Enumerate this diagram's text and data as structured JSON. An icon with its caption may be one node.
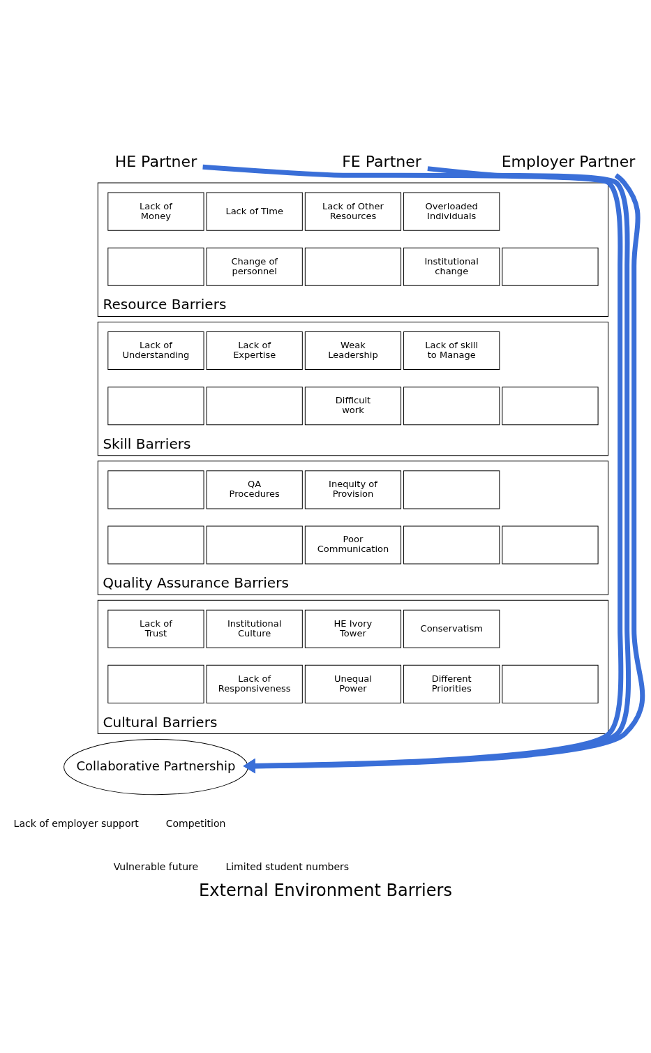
{
  "diagram": {
    "caption": "External Environment Barriers",
    "nodes": [
      {
        "text": [
          "HE Partner"
        ]
      },
      {
        "text": [
          "FE Partner"
        ]
      },
      {
        "text": [
          "Employer Partner"
        ]
      },
      {
        "text": [
          "Resource Barriers"
        ]
      },
      {
        "text": [
          "Lack of Money"
        ],
        "in": 3
      },
      {
        "text": [
          "Lack of Time"
        ],
        "in": 3
      },
      {
        "text": [
          "Lack of Other Resources"
        ],
        "in": 3
      },
      {
        "text": [
          "Overloaded Individuals"
        ],
        "in": 3
      },
      {
        "text": [],
        "shape": "box",
        "in": 3
      },
      {
        "text": [
          "Change of personnel"
        ],
        "in": 3
      },
      {
        "text": [],
        "shape": "box",
        "in": 3
      },
      {
        "text": [
          "Institutional change"
        ],
        "in": 3
      },
      {
        "text": [],
        "shape": "box",
        "in": 3
      },
      {
        "text": [
          "Skill Barriers"
        ]
      },
      {
        "text": [
          "Lack of Understanding"
        ],
        "in": 13
      },
      {
        "text": [
          "Lack of Expertise"
        ],
        "in": 13
      },
      {
        "text": [
          "Weak Leadership"
        ],
        "in": 13
      },
      {
        "text": [
          "Lack of skill to Manage"
        ],
        "in": 13
      },
      {
        "text": [],
        "shape": "box",
        "in": 13
      },
      {
        "text": [],
        "shape": "box",
        "in": 13
      },
      {
        "text": [
          "Difficult work"
        ],
        "in": 13
      },
      {
        "text": [],
        "shape": "box",
        "in": 13
      },
      {
        "text": [],
        "shape": "box",
        "in": 13
      },
      {
        "text": [
          "Quality Assurance Barriers"
        ]
      },
      {
        "text": [],
        "shape": "box",
        "in": 23
      },
      {
        "text": [
          "QA Procedures"
        ],
        "in": 23
      },
      {
        "text": [
          "Inequity of Provision"
        ],
        "in": 23
      },
      {
        "text": [],
        "shape": "box",
        "in": 23
      },
      {
        "text": [],
        "shape": "box",
        "in": 23
      },
      {
        "text": [],
        "shape": "box",
        "in": 23
      },
      {
        "text": [
          "Poor Communication"
        ],
        "in": 23
      },
      {
        "text": [],
        "shape": "box",
        "in": 23
      },
      {
        "text": [],
        "shape": "box",
        "in": 23
      },
      {
        "text": [
          "Cultural Barriers"
        ]
      },
      {
        "text": [
          "Lack of Trust"
        ],
        "in": 33
      },
      {
        "text": [
          "Institutional Culture"
        ],
        "in": 33
      },
      {
        "text": [
          "HE Ivory Tower"
        ],
        "in": 33
      },
      {
        "text": [
          "Conservatism"
        ],
        "in": 33
      },
      {
        "text": [],
        "shape": "box",
        "in": 33
      },
      {
        "text": [
          "Lack of Responsiveness"
        ],
        "in": 33
      },
      {
        "text": [
          "Unequal Power"
        ],
        "in": 33
      },
      {
        "text": [
          "Different Priorities"
        ],
        "in": 33
      },
      {
        "text": [],
        "shape": "box",
        "in": 33
      },
      {
        "text": [
          "Collaborative Partnership"
        ]
      }
    ],
    "edges": [
      {
        "from": 0,
        "to": 43,
        "arrow": "to"
      },
      {
        "from": 1,
        "to": 43,
        "arrow": "to"
      },
      {
        "from": 2,
        "to": 43,
        "arrow": "to"
      }
    ],
    "labels": [
      "Lack of employer support",
      "Competition",
      "Vulnerable future",
      "Limited student numbers"
    ]
  }
}
